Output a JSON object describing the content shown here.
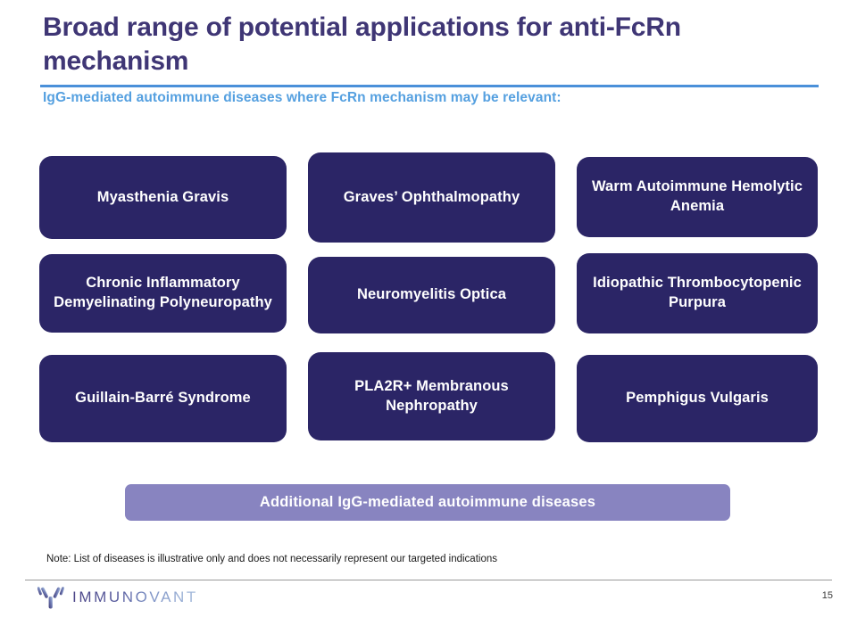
{
  "slide": {
    "title": "Broad range of potential applications for anti-FcRn mechanism",
    "subtitle": "IgG-mediated autoimmune diseases where FcRn mechanism may be relevant:",
    "page_number": "15",
    "footnote": "Note: List of diseases is illustrative only and does not necessarily represent our targeted indications"
  },
  "colors": {
    "title": "#3f3675",
    "rule": "#4a90d9",
    "subtitle": "#55a0e0",
    "box_fill": "#2b2566",
    "box_text": "#ffffff",
    "additional_bar_fill": "#8884c0",
    "footer_rule": "#9a9a9a"
  },
  "diseases": [
    {
      "label": "Myasthenia Gravis"
    },
    {
      "label": "Graves’ Ophthalmopathy"
    },
    {
      "label": "Warm Autoimmune Hemolytic Anemia"
    },
    {
      "label": "Chronic Inflammatory Demyelinating Polyneuropathy"
    },
    {
      "label": "Neuromyelitis Optica"
    },
    {
      "label": "Idiopathic Thrombocytopenic Purpura"
    },
    {
      "label": "Guillain-Barré Syndrome"
    },
    {
      "label": "PLA2R+ Membranous Nephropathy"
    },
    {
      "label": "Pemphigus Vulgaris"
    }
  ],
  "additional_bar": {
    "label": "Additional IgG-mediated autoimmune diseases"
  },
  "footer": {
    "logo_text": "IMMUNOVANT",
    "logo_icon": "antibody-icon"
  }
}
